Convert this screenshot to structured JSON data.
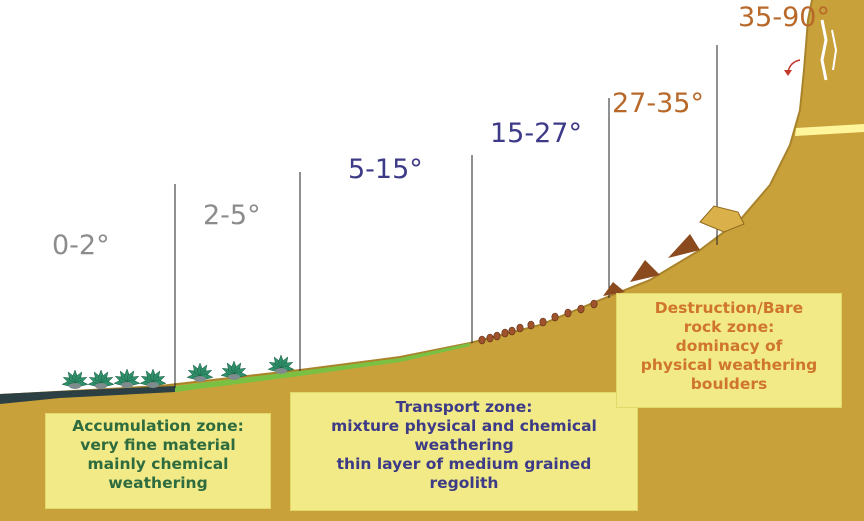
{
  "angles": {
    "a0": {
      "text": "0-2°",
      "color": "#8c8c8c"
    },
    "a1": {
      "text": "2-5°",
      "color": "#8c8c8c"
    },
    "a2": {
      "text": "5-15°",
      "color": "#3d3a87"
    },
    "a3": {
      "text": "15-27°",
      "color": "#3d3a87"
    },
    "a4": {
      "text": "27-35°",
      "color": "#b8692a"
    },
    "a5": {
      "text": "35-90°",
      "color": "#b8692a"
    }
  },
  "zones": {
    "accumulation": {
      "color": "#2e6b3e",
      "lines": [
        "Accumulation zone:",
        "very fine material",
        "mainly chemical",
        "weathering"
      ]
    },
    "transport": {
      "color": "#3d3a87",
      "lines": [
        "Transport zone:",
        "mixture physical and chemical",
        "weathering",
        "thin layer of medium grained",
        "regolith"
      ]
    },
    "destruction": {
      "color": "#d0752c",
      "lines": [
        "Destruction/Bare",
        "rock zone:",
        "dominacy of",
        "physical weathering",
        "boulders"
      ]
    }
  },
  "colors": {
    "ground": "#c9a13b",
    "ground_dark": "#a8832a",
    "water": "#2c3f43",
    "vegetation": "#7ac043",
    "plant": "#2f8f6a",
    "pebble": "#a0522d",
    "boulder": "#8b4a1e",
    "cliff_stripe": "#fff59a"
  }
}
